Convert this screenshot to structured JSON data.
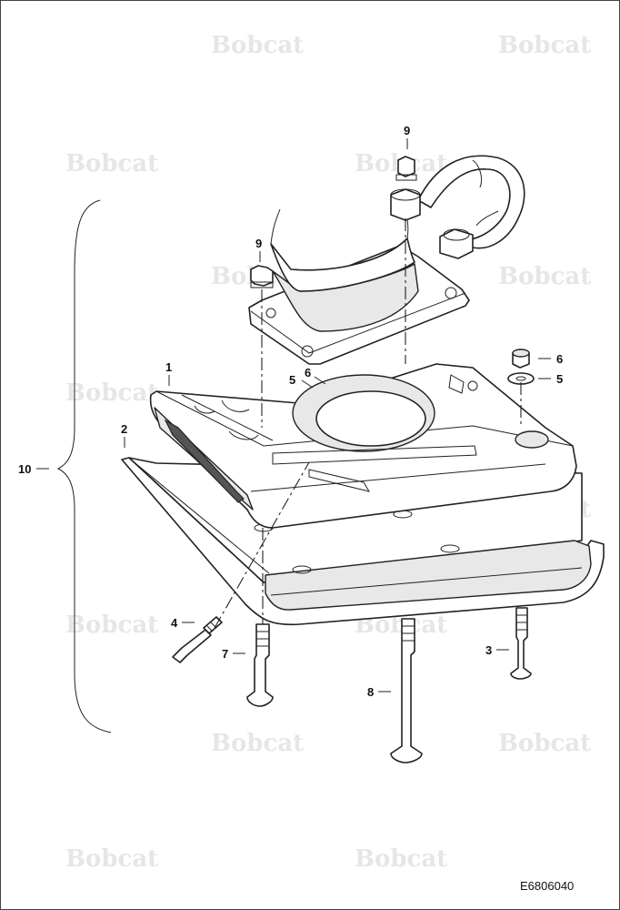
{
  "watermark": {
    "brand": "Bobcat"
  },
  "callouts": {
    "c1": "1",
    "c2": "2",
    "c3": "3",
    "c4": "4",
    "c5a": "5",
    "c5b": "5",
    "c6a": "6",
    "c6b": "6",
    "c7": "7",
    "c8": "8",
    "c9a": "9",
    "c9b": "9",
    "c10": "10"
  },
  "drawing_code": "E6806040"
}
